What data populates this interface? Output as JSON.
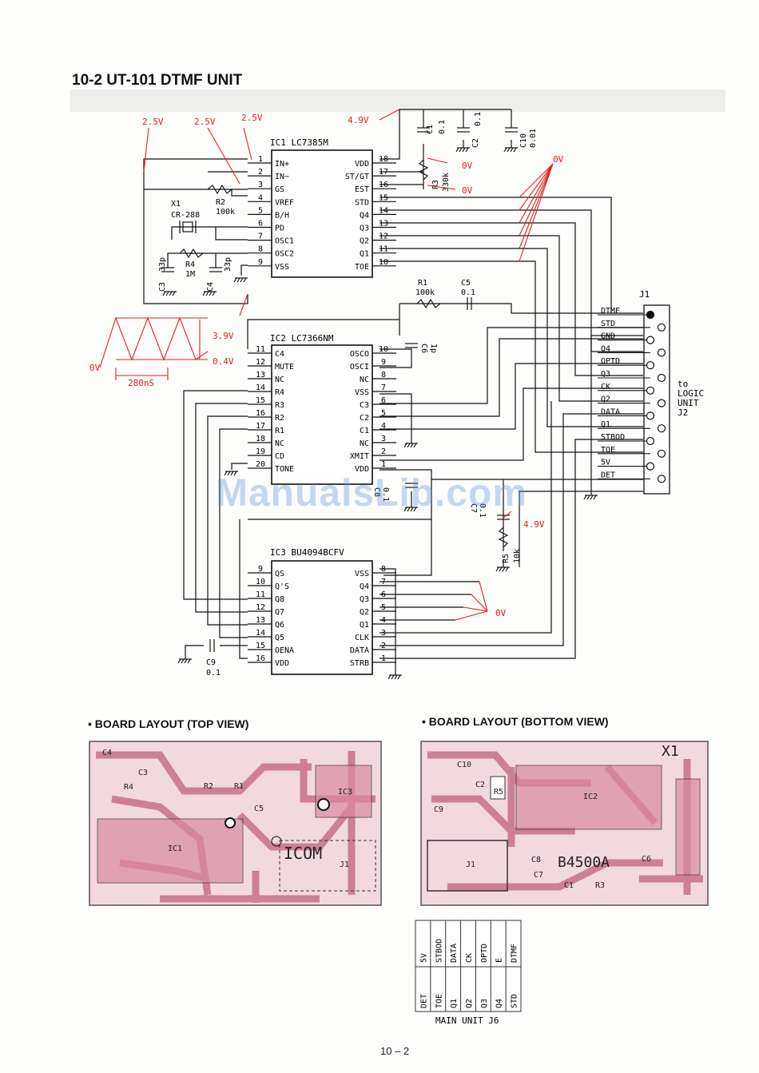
{
  "title": "10-2  UT-101 DTMF UNIT",
  "watermark": "ManualsLib.com",
  "page_number": "10 – 2",
  "colors": {
    "line": "#111111",
    "annotation": "#e02020",
    "pcb": "#c8708a",
    "pcb_bg": "#f1d7df",
    "trace": "#e8b6c6"
  },
  "annotations": {
    "v25a": "2.5V",
    "v25b": "2.5V",
    "v25c": "2.5V",
    "v49": "4.9V",
    "v0a": "0V",
    "v0b": "0V",
    "v0c": "0V",
    "v39": "3.9V",
    "v04": "0.4V",
    "v0wave": "0V",
    "t280": "280nS",
    "v49b": "4.9V",
    "v0d": "0V"
  },
  "ic1": {
    "name": "IC1  LC7385M",
    "left_pins": [
      {
        "n": "1",
        "l": "IN+"
      },
      {
        "n": "2",
        "l": "IN−"
      },
      {
        "n": "3",
        "l": "GS"
      },
      {
        "n": "4",
        "l": "VREF"
      },
      {
        "n": "5",
        "l": "B/H"
      },
      {
        "n": "6",
        "l": "PD"
      },
      {
        "n": "7",
        "l": "OSC1"
      },
      {
        "n": "8",
        "l": "OSC2"
      },
      {
        "n": "9",
        "l": "VSS"
      }
    ],
    "right_pins": [
      {
        "n": "18",
        "l": "VDD"
      },
      {
        "n": "17",
        "l": "ST/GT"
      },
      {
        "n": "16",
        "l": "EST"
      },
      {
        "n": "15",
        "l": "STD"
      },
      {
        "n": "14",
        "l": "Q4"
      },
      {
        "n": "13",
        "l": "Q3"
      },
      {
        "n": "12",
        "l": "Q2"
      },
      {
        "n": "11",
        "l": "Q1"
      },
      {
        "n": "10",
        "l": "TOE"
      }
    ]
  },
  "ic2": {
    "name": "IC2  LC7366NM",
    "left_pins": [
      {
        "n": "11",
        "l": "C4"
      },
      {
        "n": "12",
        "l": "MUTE"
      },
      {
        "n": "13",
        "l": "NC"
      },
      {
        "n": "14",
        "l": "R4"
      },
      {
        "n": "15",
        "l": "R3"
      },
      {
        "n": "16",
        "l": "R2"
      },
      {
        "n": "17",
        "l": "R1"
      },
      {
        "n": "18",
        "l": "NC"
      },
      {
        "n": "19",
        "l": "CD"
      },
      {
        "n": "20",
        "l": "TONE"
      }
    ],
    "right_pins": [
      {
        "n": "10",
        "l": "OSCO"
      },
      {
        "n": "9",
        "l": "OSCI"
      },
      {
        "n": "8",
        "l": "NC"
      },
      {
        "n": "7",
        "l": "VSS"
      },
      {
        "n": "6",
        "l": "C3"
      },
      {
        "n": "5",
        "l": "C2"
      },
      {
        "n": "4",
        "l": "C1"
      },
      {
        "n": "3",
        "l": "NC"
      },
      {
        "n": "2",
        "l": "XMIT"
      },
      {
        "n": "1",
        "l": "VDD"
      }
    ]
  },
  "ic3": {
    "name": "IC3  BU4094BCFV",
    "left_pins": [
      {
        "n": "9",
        "l": "QS"
      },
      {
        "n": "10",
        "l": "Q'S"
      },
      {
        "n": "11",
        "l": "Q8"
      },
      {
        "n": "12",
        "l": "Q7"
      },
      {
        "n": "13",
        "l": "Q6"
      },
      {
        "n": "14",
        "l": "Q5"
      },
      {
        "n": "15",
        "l": "OENA"
      },
      {
        "n": "16",
        "l": "VDD"
      }
    ],
    "right_pins": [
      {
        "n": "8",
        "l": "VSS"
      },
      {
        "n": "7",
        "l": "Q4"
      },
      {
        "n": "6",
        "l": "Q3"
      },
      {
        "n": "5",
        "l": "Q2"
      },
      {
        "n": "4",
        "l": "Q1"
      },
      {
        "n": "3",
        "l": "CLK"
      },
      {
        "n": "2",
        "l": "DATA"
      },
      {
        "n": "1",
        "l": "STRB"
      }
    ]
  },
  "components": {
    "c1": "C1",
    "c1v": "0.1",
    "c2": "C2",
    "c2v": "0.1",
    "c10": "C10",
    "c10v": "0.01",
    "r3": "R3",
    "r3v": "330k",
    "r2": "R2",
    "r2v": "100k",
    "x1": "X1",
    "x1v": "CR-288",
    "r4": "R4",
    "r4v": "1M",
    "c3": "C3",
    "c3v": "33p",
    "c4": "C4",
    "c4v": "33p",
    "r1": "R1",
    "r1v": "100k",
    "c5": "C5",
    "c5v": "0.1",
    "c6": "C6",
    "c6v": "1p",
    "c8": "C8",
    "c8v": "0.1",
    "c9": "C9",
    "c9v": "0.1",
    "r5": "R5",
    "r5v": "10k",
    "c7": "C7",
    "c7v": "0.1"
  },
  "j1": {
    "name": "J1",
    "pins": [
      "DTMF",
      "STD",
      "GND",
      "Q4",
      "OPTD",
      "Q3",
      "CK",
      "Q2",
      "DATA",
      "Q1",
      "STBOD",
      "TOE",
      "5V",
      "DET"
    ],
    "dest": [
      "to",
      "LOGIC",
      "UNIT",
      "J2"
    ]
  },
  "board_top": {
    "heading": "• BOARD LAYOUT (TOP VIEW)",
    "labels": [
      "C4",
      "C3",
      "R4",
      "R2",
      "R1",
      "C5",
      "IC3",
      "IC1",
      "ICOM",
      "J1"
    ]
  },
  "board_bottom": {
    "heading": "• BOARD LAYOUT (BOTTOM VIEW)",
    "labels": [
      "X1",
      "C10",
      "C2",
      "C9",
      "R5",
      "IC2",
      "J1",
      "C8",
      "B4500A",
      "C6",
      "R3",
      "C1",
      "C7"
    ]
  },
  "connector_table": {
    "top": [
      "5V",
      "STBOD",
      "DATA",
      "CK",
      "OPTD",
      "E",
      "DTMF"
    ],
    "bottom": [
      "DET",
      "TOE",
      "Q1",
      "Q2",
      "Q3",
      "Q4",
      "STD"
    ],
    "caption": "MAIN UNIT J6"
  }
}
